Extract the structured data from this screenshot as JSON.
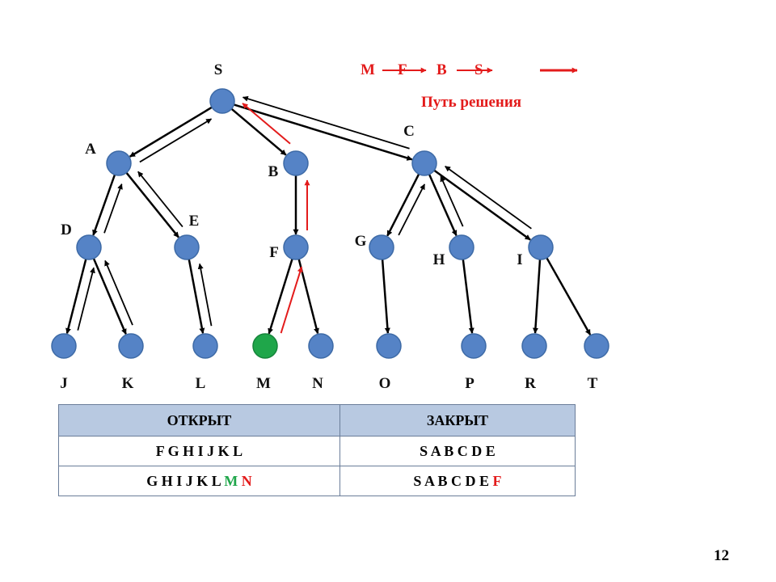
{
  "colors": {
    "node_fill": "#5583c6",
    "node_stroke": "#3d6aa6",
    "goal_fill": "#1fa64a",
    "goal_stroke": "#15843a",
    "arrow": "#000000",
    "path_arrow": "#e31b1b",
    "red_text": "#e31b1b",
    "green_text": "#1fa64a"
  },
  "nodes": [
    {
      "id": "S",
      "label": "S"
    },
    {
      "id": "A",
      "label": "A"
    },
    {
      "id": "B",
      "label": "B"
    },
    {
      "id": "C",
      "label": "C"
    },
    {
      "id": "D",
      "label": "D"
    },
    {
      "id": "E",
      "label": "E"
    },
    {
      "id": "F",
      "label": "F"
    },
    {
      "id": "G",
      "label": "G"
    },
    {
      "id": "H",
      "label": "H"
    },
    {
      "id": "I",
      "label": "I"
    },
    {
      "id": "J",
      "label": "J"
    },
    {
      "id": "K",
      "label": "K"
    },
    {
      "id": "L",
      "label": "L"
    },
    {
      "id": "M",
      "label": "M",
      "goal": true
    },
    {
      "id": "N",
      "label": "N"
    },
    {
      "id": "O",
      "label": "O"
    },
    {
      "id": "P",
      "label": "P"
    },
    {
      "id": "R",
      "label": "R"
    },
    {
      "id": "T",
      "label": "T"
    }
  ],
  "edges": [
    {
      "from": "S",
      "to": "A"
    },
    {
      "from": "S",
      "to": "B"
    },
    {
      "from": "S",
      "to": "C"
    },
    {
      "from": "A",
      "to": "D"
    },
    {
      "from": "A",
      "to": "E"
    },
    {
      "from": "B",
      "to": "F"
    },
    {
      "from": "C",
      "to": "G"
    },
    {
      "from": "C",
      "to": "H"
    },
    {
      "from": "C",
      "to": "I"
    },
    {
      "from": "D",
      "to": "J"
    },
    {
      "from": "D",
      "to": "K"
    },
    {
      "from": "E",
      "to": "L"
    },
    {
      "from": "F",
      "to": "M"
    },
    {
      "from": "F",
      "to": "N"
    },
    {
      "from": "G",
      "to": "O"
    },
    {
      "from": "H",
      "to": "P"
    },
    {
      "from": "I",
      "to": "R"
    },
    {
      "from": "I",
      "to": "T"
    }
  ],
  "return_arrows": [
    {
      "from": "A",
      "to": "S"
    },
    {
      "from": "C",
      "to": "S"
    },
    {
      "from": "D",
      "to": "A"
    },
    {
      "from": "E",
      "to": "A"
    },
    {
      "from": "J",
      "to": "D"
    },
    {
      "from": "K",
      "to": "D"
    },
    {
      "from": "L",
      "to": "E"
    },
    {
      "from": "G",
      "to": "C"
    },
    {
      "from": "H",
      "to": "C"
    },
    {
      "from": "I",
      "to": "C"
    }
  ],
  "solution_path_arrows": [
    {
      "from": "M",
      "to": "F"
    },
    {
      "from": "F",
      "to": "B"
    },
    {
      "from": "B",
      "to": "S"
    }
  ],
  "path_sequence": [
    "M",
    "F",
    "B",
    "S"
  ],
  "solution_caption": "Путь решения",
  "table": {
    "headers": [
      "ОТКРЫТ",
      "ЗАКРЫТ"
    ],
    "rows": [
      {
        "open": [
          {
            "text": "F G H I J K L",
            "color": "default"
          }
        ],
        "closed": [
          {
            "text": "S A B C D E",
            "color": "default"
          }
        ]
      },
      {
        "open": [
          {
            "text": "G H I J K L ",
            "color": "default"
          },
          {
            "text": "M",
            "color": "green"
          },
          {
            "text": " ",
            "color": "default"
          },
          {
            "text": "N",
            "color": "red"
          }
        ],
        "closed": [
          {
            "text": "S A B C D E ",
            "color": "default"
          },
          {
            "text": "F",
            "color": "red"
          }
        ]
      }
    ]
  },
  "slide_number": "12"
}
